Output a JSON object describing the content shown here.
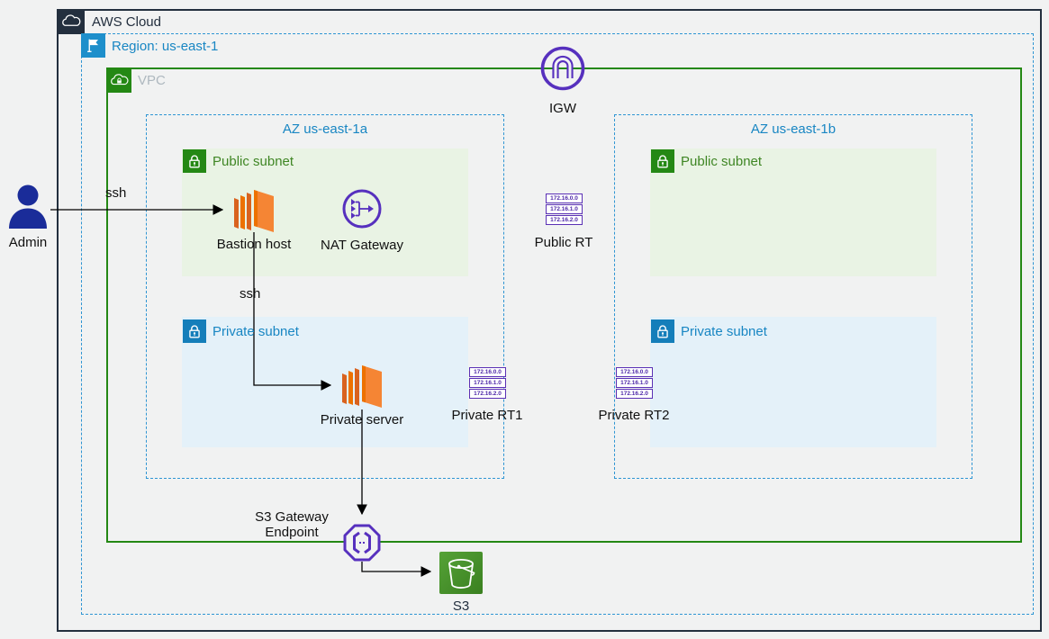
{
  "cloud": {
    "label": "AWS Cloud"
  },
  "region": {
    "label": "Region: us-east-1"
  },
  "vpc": {
    "label": "VPC"
  },
  "igw": {
    "label": "IGW"
  },
  "azs": [
    {
      "label": "AZ us-east-1a",
      "public_subnet": "Public subnet",
      "private_subnet": "Private subnet"
    },
    {
      "label": "AZ us-east-1b",
      "public_subnet": "Public subnet",
      "private_subnet": "Private subnet"
    }
  ],
  "nodes": {
    "admin": "Admin",
    "bastion": "Bastion host",
    "nat": "NAT Gateway",
    "private_server": "Private server",
    "s3_endpoint_line1": "S3 Gateway",
    "s3_endpoint_line2": "Endpoint",
    "s3": "S3"
  },
  "route_tables": [
    {
      "label": "Public RT",
      "routes": [
        "172.16.0.0",
        "172.16.1.0",
        "172.16.2.0"
      ]
    },
    {
      "label": "Private RT1",
      "routes": [
        "172.16.0.0",
        "172.16.1.0",
        "172.16.2.0"
      ]
    },
    {
      "label": "Private RT2",
      "routes": [
        "172.16.0.0",
        "172.16.1.0",
        "172.16.2.0"
      ]
    }
  ],
  "edges": {
    "admin_ssh": "ssh",
    "bastion_ssh": "ssh"
  },
  "colors": {
    "cloud_dark": "#232f3e",
    "region_blue": "#1886c3",
    "vpc_green": "#248814",
    "subnet_green_text": "#3f8624",
    "purple": "#5630be",
    "ec2_orange": "#ed7100",
    "s3_green": "#47912c",
    "admin_navy": "#1a2c99"
  }
}
